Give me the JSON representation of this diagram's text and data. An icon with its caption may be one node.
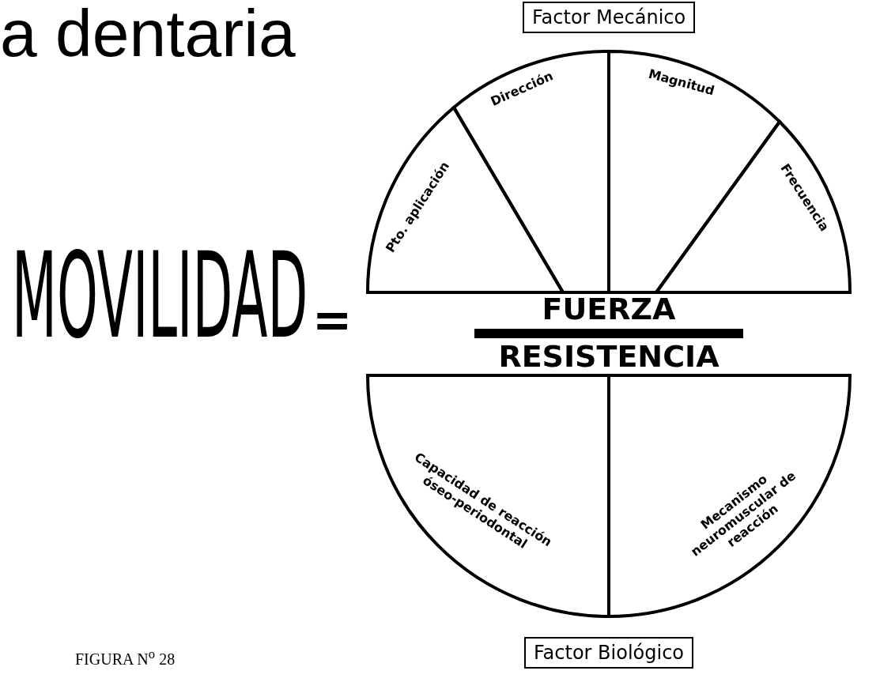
{
  "diagram": {
    "title": "a dentaria",
    "nodes": [
      {
        "text": [
          "Factor Mecánico"
        ]
      },
      {
        "text": [
          "Pto. aplicación"
        ]
      },
      {
        "text": [
          "Dirección"
        ]
      },
      {
        "text": [
          "Magnitud"
        ]
      },
      {
        "text": [
          "Frecuencia"
        ]
      },
      {
        "text": [
          "Capacidad de reacción óseo-periodontal"
        ]
      },
      {
        "text": [
          "Mecanismo neuromuscular de reacción"
        ]
      },
      {
        "text": [
          "Factor Biológico"
        ]
      }
    ],
    "edges": [],
    "labels": [
      "MOVILIDAD",
      "=",
      "FUERZA",
      "RESISTENCIA",
      "FIGURA N$^{o}$ 28"
    ]
  }
}
